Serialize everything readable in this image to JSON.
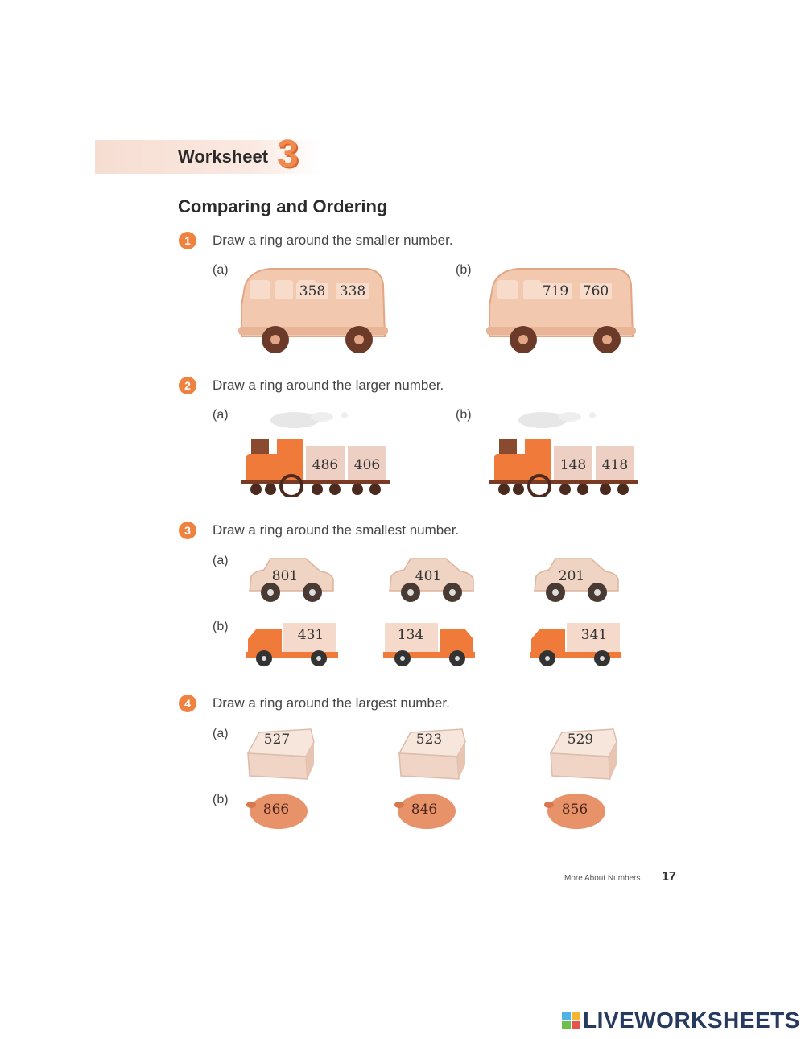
{
  "header": {
    "word": "Worksheet",
    "number": "3"
  },
  "title": "Comparing and Ordering",
  "questions": [
    {
      "num": "1",
      "text": "Draw a ring around the smaller number.",
      "parts": [
        {
          "label": "(a)",
          "numbers": [
            "358",
            "338"
          ]
        },
        {
          "label": "(b)",
          "numbers": [
            "719",
            "760"
          ]
        }
      ]
    },
    {
      "num": "2",
      "text": "Draw a ring around the larger number.",
      "parts": [
        {
          "label": "(a)",
          "numbers": [
            "486",
            "406"
          ]
        },
        {
          "label": "(b)",
          "numbers": [
            "148",
            "418"
          ]
        }
      ]
    },
    {
      "num": "3",
      "text": "Draw a ring around the smallest number.",
      "parts": [
        {
          "label": "(a)",
          "numbers": [
            "801",
            "401",
            "201"
          ]
        },
        {
          "label": "(b)",
          "numbers": [
            "431",
            "134",
            "341"
          ]
        }
      ]
    },
    {
      "num": "4",
      "text": "Draw a ring around the largest number.",
      "parts": [
        {
          "label": "(a)",
          "numbers": [
            "527",
            "523",
            "529"
          ]
        },
        {
          "label": "(b)",
          "numbers": [
            "866",
            "846",
            "856"
          ]
        }
      ]
    }
  ],
  "footer": {
    "section": "More About Numbers",
    "page": "17"
  },
  "watermark": "LIVEWORKSHEETS",
  "colors": {
    "accent": "#f0823f",
    "van": "#f2c8ae",
    "truck": "#f07a3a",
    "box": "#f3dcd0",
    "egg": "#e8926a"
  }
}
